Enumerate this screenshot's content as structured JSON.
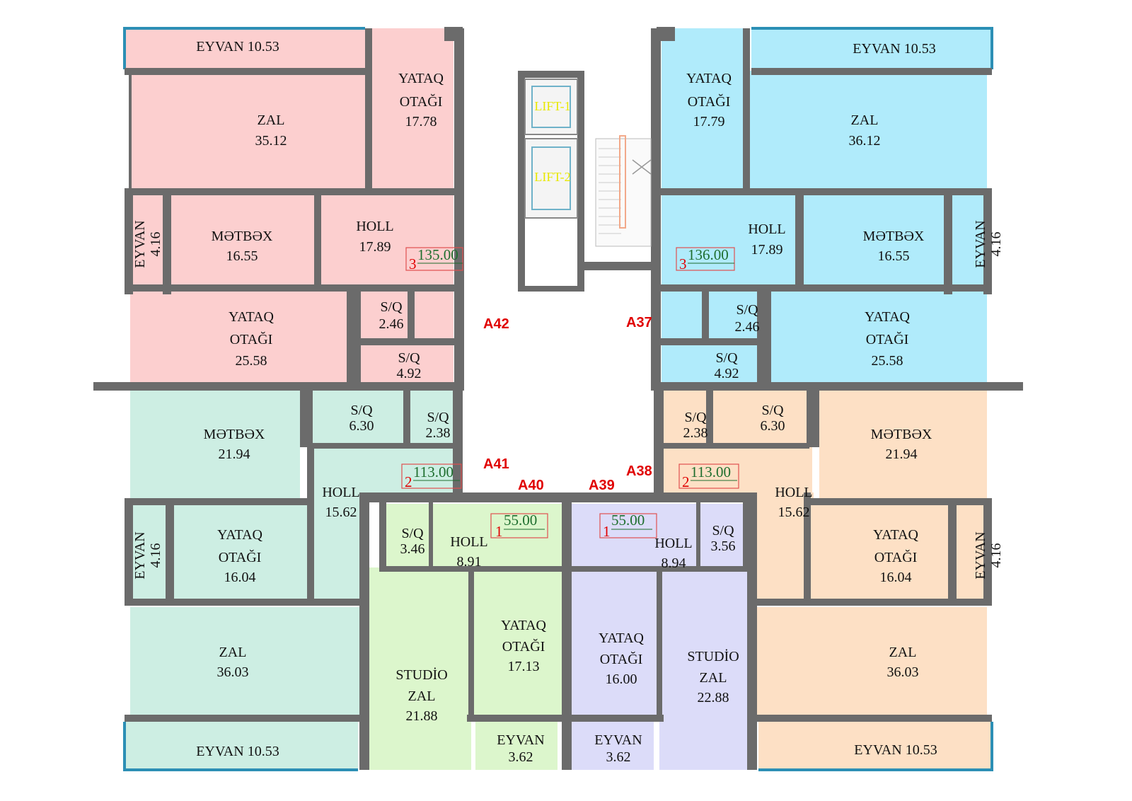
{
  "colors": {
    "apt_pink": "#fccfcf",
    "apt_blue": "#b0ebfb",
    "apt_teal": "#cdeee3",
    "apt_orange": "#fde0c5",
    "apt_green": "#dcf6cc",
    "apt_lavender": "#dcdcf9",
    "wall": "#6b6b6b",
    "outline": "#2c8fb5",
    "code_red": "#e00000",
    "area_green": "#1e6e2e",
    "lift_yellow": "#e8e800"
  },
  "rooms": {
    "r1": {
      "name": "EYVAN  10.53"
    },
    "r2": {
      "name": "YATAQ",
      "name2": "OTAĞI",
      "area": "17.78"
    },
    "r3": {
      "name": "ZAL",
      "area": "35.12"
    },
    "r4": {
      "name": "EYVAN",
      "area": "4.16"
    },
    "r5": {
      "name": "MƏTBƏX",
      "area": "16.55"
    },
    "r6": {
      "name": "HOLL",
      "area": "17.89"
    },
    "r7": {
      "name": "YATAQ",
      "name2": "OTAĞI",
      "area": "25.58"
    },
    "r8": {
      "name": "S/Q",
      "area": "2.46"
    },
    "r9": {
      "name": "S/Q",
      "area": "4.92"
    },
    "r10": {
      "name": "EYVAN  10.53"
    },
    "r11": {
      "name": "YATAQ",
      "name2": "OTAĞI",
      "area": "17.79"
    },
    "r12": {
      "name": "ZAL",
      "area": "36.12"
    },
    "r13": {
      "name": "HOLL",
      "area": "17.89"
    },
    "r14": {
      "name": "MƏTBƏX",
      "area": "16.55"
    },
    "r15": {
      "name": "EYVAN",
      "area": "4.16"
    },
    "r16": {
      "name": "S/Q",
      "area": "2.46"
    },
    "r17": {
      "name": "YATAQ",
      "name2": "OTAĞI",
      "area": "25.58"
    },
    "r18": {
      "name": "S/Q",
      "area": "4.92"
    },
    "r19": {
      "name": "MƏTBƏX",
      "area": "21.94"
    },
    "r20": {
      "name": "S/Q",
      "area": "6.30"
    },
    "r21": {
      "name": "S/Q",
      "area": "2.38"
    },
    "r22": {
      "name": "HOLL",
      "area": "15.62"
    },
    "r23": {
      "name": "EYVAN",
      "area": "4.16"
    },
    "r24": {
      "name": "YATAQ",
      "name2": "OTAĞI",
      "area": "16.04"
    },
    "r25": {
      "name": "ZAL",
      "area": "36.03"
    },
    "r26": {
      "name": "EYVAN  10.53"
    },
    "r27": {
      "name": "S/Q",
      "area": "2.38"
    },
    "r28": {
      "name": "S/Q",
      "area": "6.30"
    },
    "r29": {
      "name": "MƏTBƏX",
      "area": "21.94"
    },
    "r30": {
      "name": "HOLL",
      "area": "15.62"
    },
    "r31": {
      "name": "YATAQ",
      "name2": "OTAĞI",
      "area": "16.04"
    },
    "r32": {
      "name": "EYVAN",
      "area": "4.16"
    },
    "r33": {
      "name": "ZAL",
      "area": "36.03"
    },
    "r34": {
      "name": "EYVAN  10.53"
    },
    "r35": {
      "name": "S/Q",
      "area": "3.46"
    },
    "r36": {
      "name": "HOLL",
      "area": "8.91"
    },
    "r37": {
      "name": "STUDİO",
      "name2": "ZAL",
      "area": "21.88"
    },
    "r38": {
      "name": "YATAQ",
      "name2": "OTAĞI",
      "area": "17.13"
    },
    "r39": {
      "name": "EYVAN",
      "area": "3.62"
    },
    "r40": {
      "name": "HOLL",
      "area": "8.94"
    },
    "r41": {
      "name": "S/Q",
      "area": "3.56"
    },
    "r42": {
      "name": "YATAQ",
      "name2": "OTAĞI",
      "area": "16.00"
    },
    "r43": {
      "name": "STUDİO",
      "name2": "ZAL",
      "area": "22.88"
    },
    "r44": {
      "name": "EYVAN",
      "area": "3.62"
    }
  },
  "apartment_codes": {
    "a37": "A37",
    "a38": "A38",
    "a39": "A39",
    "a40": "A40",
    "a41": "A41",
    "a42": "A42"
  },
  "total_areas": {
    "t1": {
      "rooms": "3",
      "area": "135.00"
    },
    "t2": {
      "rooms": "3",
      "area": "136.00"
    },
    "t3": {
      "rooms": "2",
      "area": "113.00"
    },
    "t4": {
      "rooms": "2",
      "area": "113.00"
    },
    "t5": {
      "rooms": "1",
      "area": "55.00"
    },
    "t6": {
      "rooms": "1",
      "area": "55.00"
    }
  },
  "lifts": {
    "lift1": "LIFT-1",
    "lift2": "LIFT-2"
  }
}
